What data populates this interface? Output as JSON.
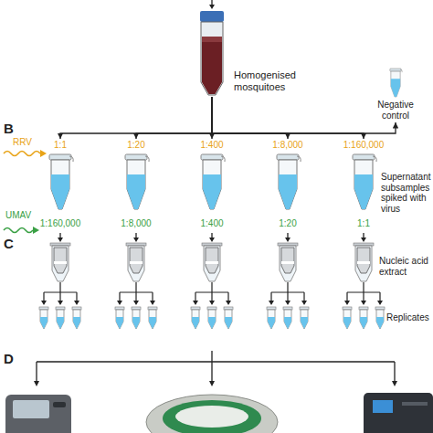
{
  "diagram": {
    "nodes": [
      {
        "text": [
          "Homogenised mosquitoes"
        ]
      },
      {
        "text": [
          "Negative control"
        ]
      },
      {
        "text": [
          "1:1",
          "1:160,000"
        ]
      },
      {
        "text": [
          "1:20",
          "1:8,000"
        ]
      },
      {
        "text": [
          "1:400",
          "1:400"
        ]
      },
      {
        "text": [
          "1:8,000",
          "1:20"
        ]
      },
      {
        "text": [
          "1:160,000",
          "1:1"
        ]
      }
    ],
    "edges": [
      {
        "from": 0,
        "to": 1,
        "arrow": "to"
      },
      {
        "from": 0,
        "to": 2,
        "arrow": "to"
      },
      {
        "from": 0,
        "to": 3,
        "arrow": "to"
      },
      {
        "from": 0,
        "to": 4,
        "arrow": "to"
      },
      {
        "from": 0,
        "to": 5,
        "arrow": "to"
      },
      {
        "from": 0,
        "to": 6,
        "arrow": "to"
      }
    ],
    "labels": [
      "B",
      "RRV",
      "UMAV",
      "Supernatant subsamples spiked with virus",
      "C",
      "Nucleic acid extract",
      "Replicates",
      "D"
    ]
  }
}
